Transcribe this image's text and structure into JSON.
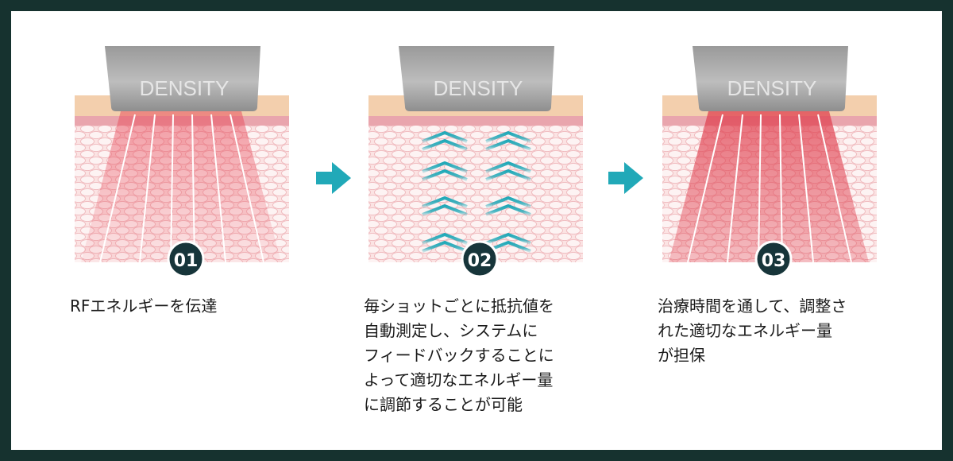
{
  "brand": "DENSITY",
  "steps": [
    {
      "number": "01",
      "caption": "RFエネルギーを伝達"
    },
    {
      "number": "02",
      "caption": "毎ショットごとに抵抗値を\n自動測定し、システムに\nフィードバックすることに\nよって適切なエネルギー量\nに調節することが可能"
    },
    {
      "number": "03",
      "caption": "治療時間を通して、調整さ\nれた適切なエネルギー量\nが担保"
    }
  ],
  "colors": {
    "frame": "#16322f",
    "accent": "#21a9b8",
    "badge": "#17353a",
    "skin_top": "#f3cfad",
    "skin_mid": "#e9a5ad",
    "tissue": "#fbe2e2",
    "energy": "#e8505f",
    "probe": "#a9a9a9"
  }
}
